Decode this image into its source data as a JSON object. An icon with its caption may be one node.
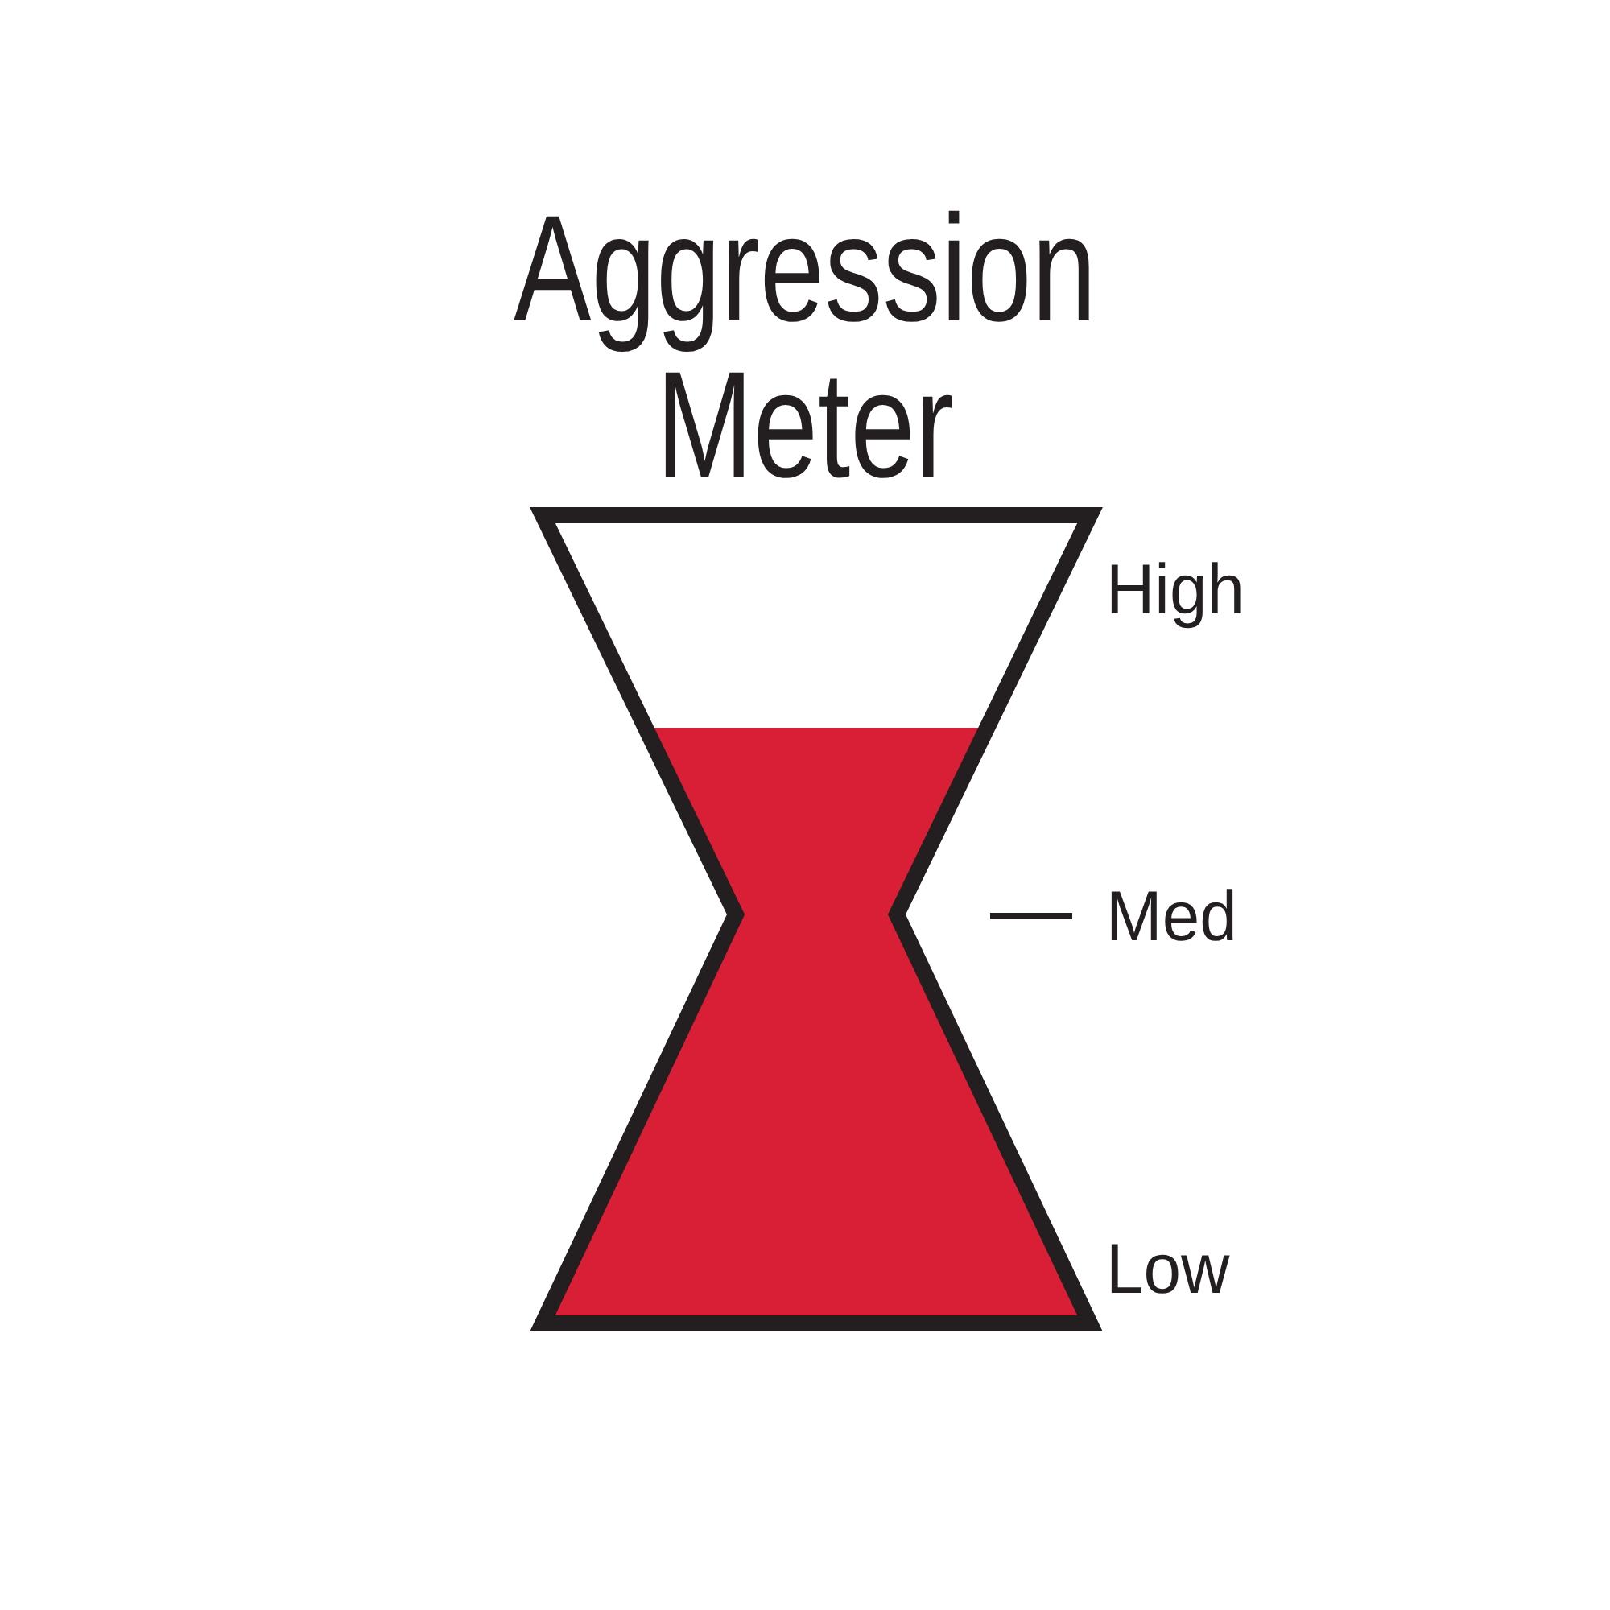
{
  "diagram": {
    "title": "Aggression Meter",
    "labels": [
      "High",
      "Med",
      "Low"
    ]
  }
}
